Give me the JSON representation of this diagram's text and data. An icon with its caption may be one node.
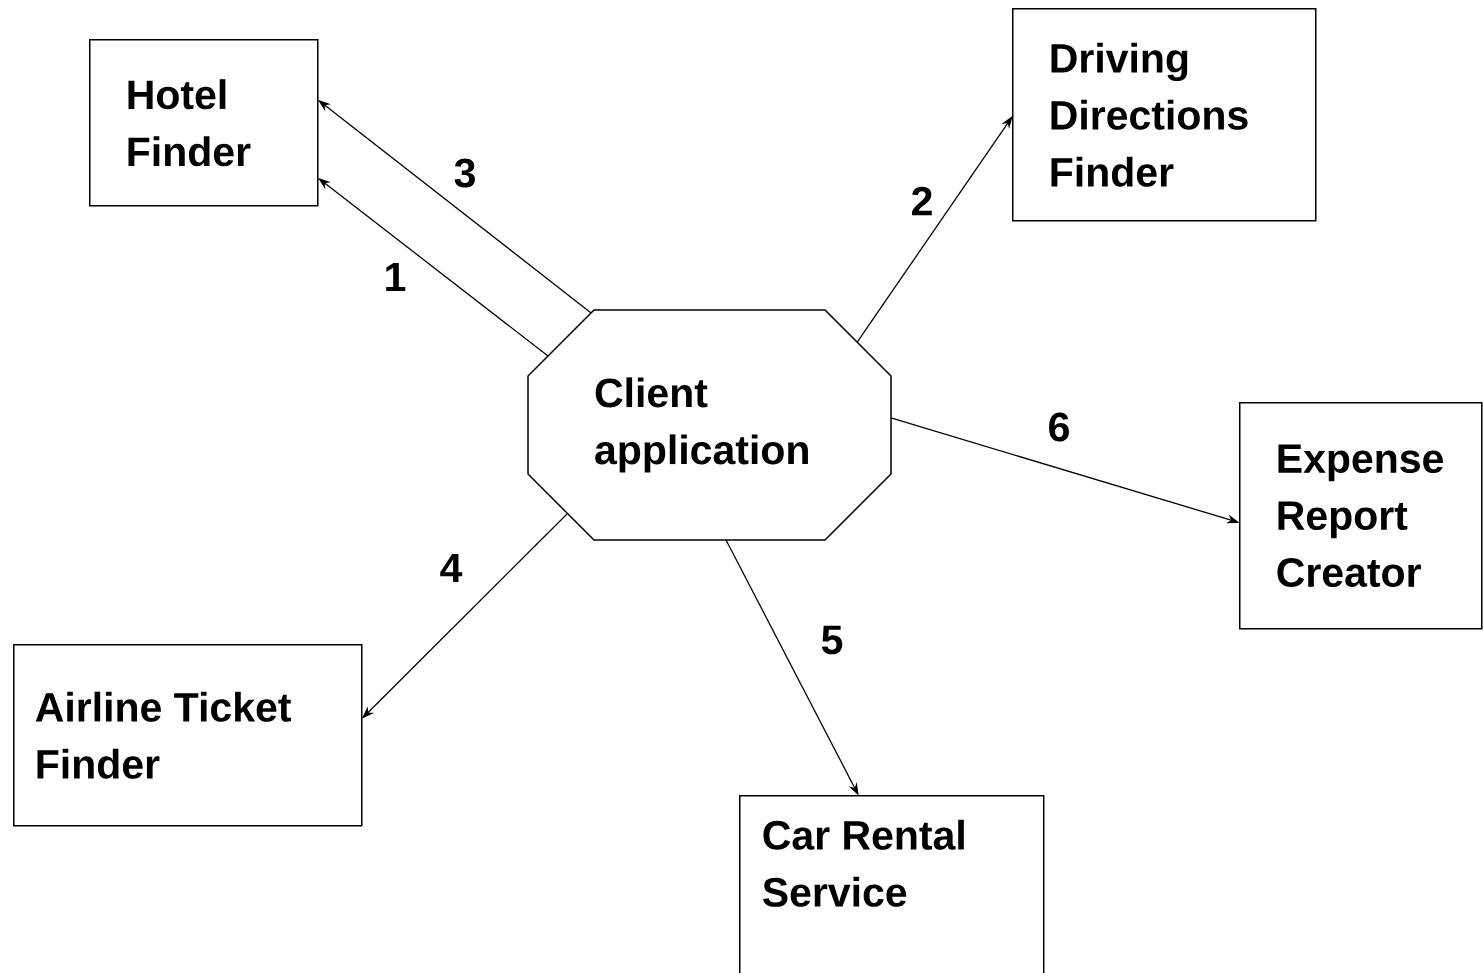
{
  "diagram": {
    "nodes": [
      {
        "text": [
          "Hotel Finder"
        ]
      },
      {
        "text": [
          "Driving Directions Finder"
        ]
      },
      {
        "text": [
          "Client application"
        ]
      },
      {
        "text": [
          "Expense Report Creator"
        ]
      },
      {
        "text": [
          "Airline Ticket Finder"
        ]
      },
      {
        "text": [
          "Car Rental Service"
        ]
      }
    ],
    "edges": [
      {
        "from": 2,
        "to": 0,
        "arrow": "to",
        "label": "1"
      },
      {
        "from": 2,
        "to": 1,
        "arrow": "to",
        "label": "2"
      },
      {
        "from": 2,
        "to": 0,
        "arrow": "to",
        "label": "3"
      },
      {
        "from": 2,
        "to": 4,
        "arrow": "to",
        "label": "4"
      },
      {
        "from": 2,
        "to": 5,
        "arrow": "to",
        "label": "5"
      },
      {
        "from": 2,
        "to": 3,
        "arrow": "to",
        "label": "6"
      }
    ]
  }
}
